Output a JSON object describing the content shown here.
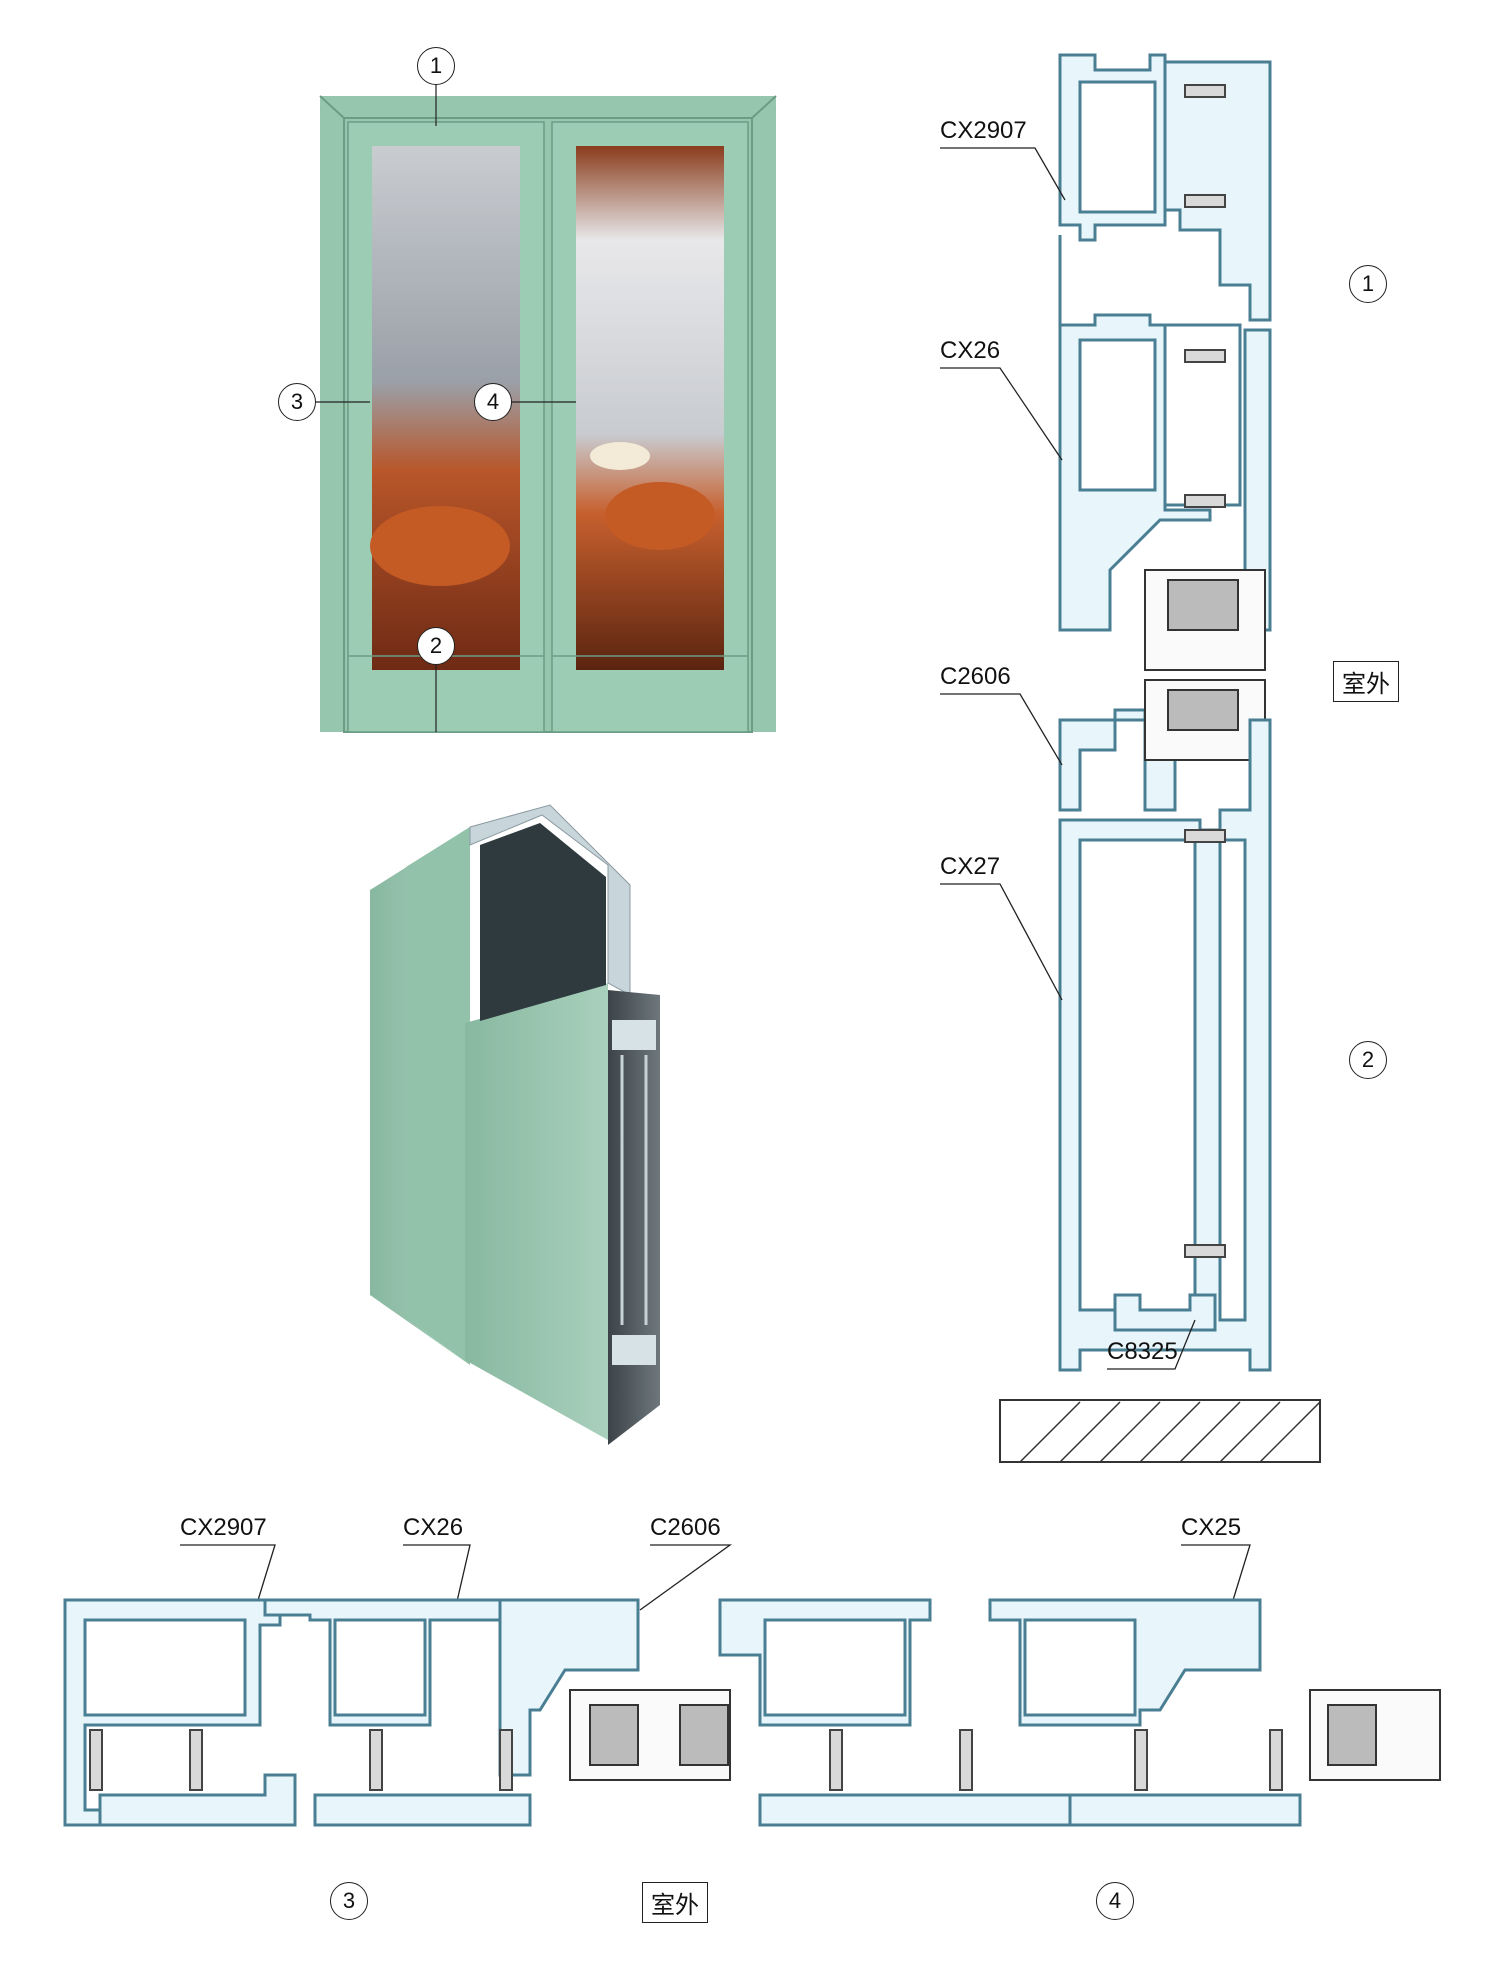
{
  "views": {
    "vertical_section": {
      "labels": [
        "CX2907",
        "CX26",
        "C2606",
        "CX27",
        "C8325"
      ],
      "outdoor": "室外",
      "callouts": [
        "1",
        "2"
      ]
    },
    "horizontal_section": {
      "labels": [
        "CX2907",
        "CX26",
        "C2606",
        "CX25"
      ],
      "outdoor": "室外",
      "callouts": [
        "3",
        "4"
      ]
    },
    "elevation": {
      "callouts": [
        "1",
        "2",
        "3",
        "4"
      ]
    }
  },
  "colors": {
    "frame_green": "#96c6ad",
    "profile_fill": "#e8f6fb",
    "profile_stroke": "#4a7f93",
    "glass_gray": "#9aa0a4"
  }
}
